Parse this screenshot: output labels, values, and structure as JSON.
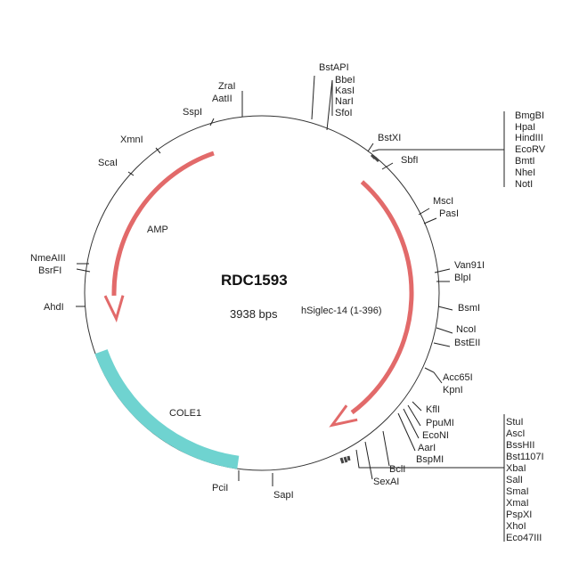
{
  "plasmid": {
    "name": "RDC1593",
    "size": "3938 bps"
  },
  "features": {
    "amp": "AMP",
    "hsiglec": "hSiglec-14 (1-396)",
    "cole1": "COLE1"
  },
  "colors": {
    "cds": "#e26a6a",
    "ori": "#6fd3d0",
    "backbone": "#333333"
  },
  "sites": {
    "bstapi": "BstAPI",
    "bbei": "BbeI",
    "kasi": "KasI",
    "nari": "NarI",
    "sfoi": "SfoI",
    "zrai": "ZraI",
    "aatii": "AatII",
    "sspi": "SspI",
    "xmni": "XmnI",
    "scai": "ScaI",
    "bstxi": "BstXI",
    "sbfi": "SbfI",
    "msci": "MscI",
    "pasi": "PasI",
    "van91i": "Van91I",
    "blpi": "BlpI",
    "bsmi": "BsmI",
    "ncoi": "NcoI",
    "bsteii": "BstEII",
    "acc65i": "Acc65I",
    "kpni": "KpnI",
    "kfli": "KflI",
    "ppumi": "PpuMI",
    "econi": "EcoNI",
    "aari": "AarI",
    "bspmi": "BspMI",
    "bcli": "BclI",
    "sexai": "SexAI",
    "pcii": "PciI",
    "sapi": "SapI",
    "ahdi": "AhdI",
    "nmeaiii": "NmeAIII",
    "bsrfi": "BsrFI"
  },
  "mcs_top": [
    "BmgBI",
    "HpaI",
    "HindIII",
    "EcoRV",
    "BmtI",
    "NheI",
    "NotI"
  ],
  "mcs_bottom": [
    "StuI",
    "AscI",
    "BssHII",
    "Bst1107I",
    "XbaI",
    "SalI",
    "SmaI",
    "XmaI",
    "PspXI",
    "XhoI",
    "Eco47III"
  ]
}
